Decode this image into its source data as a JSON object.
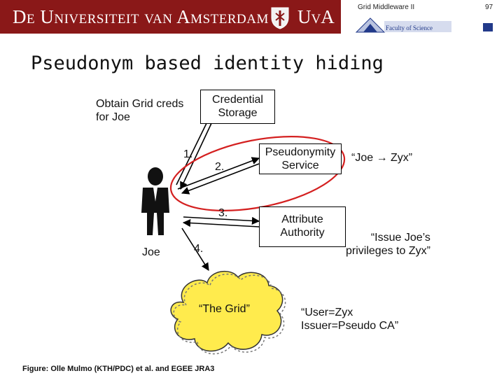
{
  "header": {
    "university_prefix": "De",
    "university_name": "Universiteit van Amsterdam",
    "university_abbr": "UvA",
    "course": "Grid Middleware II",
    "slide_number": "97",
    "faculty": "Faculty of Science"
  },
  "slide": {
    "title": "Pseudonym based identity hiding"
  },
  "diagram": {
    "obtain_line1": "Obtain Grid creds",
    "obtain_line2": "for Joe",
    "credential_storage_line1": "Credential",
    "credential_storage_line2": "Storage",
    "pseudonymity_line1": "Pseudonymity",
    "pseudonymity_line2": "Service",
    "attribute_line1": "Attribute",
    "attribute_line2": "Authority",
    "joe_label": "Joe",
    "mapping_note": "“Joe → Zyx”",
    "issue_line1": "“Issue Joe’s",
    "issue_line2": "privileges to Zyx”",
    "cert_line1": "“User=Zyx",
    "cert_line2": "Issuer=Pseudo CA”",
    "grid_label": "“The Grid”",
    "steps": [
      "1.",
      "2.",
      "3.",
      "4."
    ]
  },
  "caption": "Figure: Olle Mulmo (KTH/PDC) et al. and EGEE JRA3",
  "colors": {
    "banner": "#8a1818",
    "cloud": "#ffeb4d",
    "highlight_ellipse": "#d42020",
    "faculty_text": "#223a8a"
  }
}
